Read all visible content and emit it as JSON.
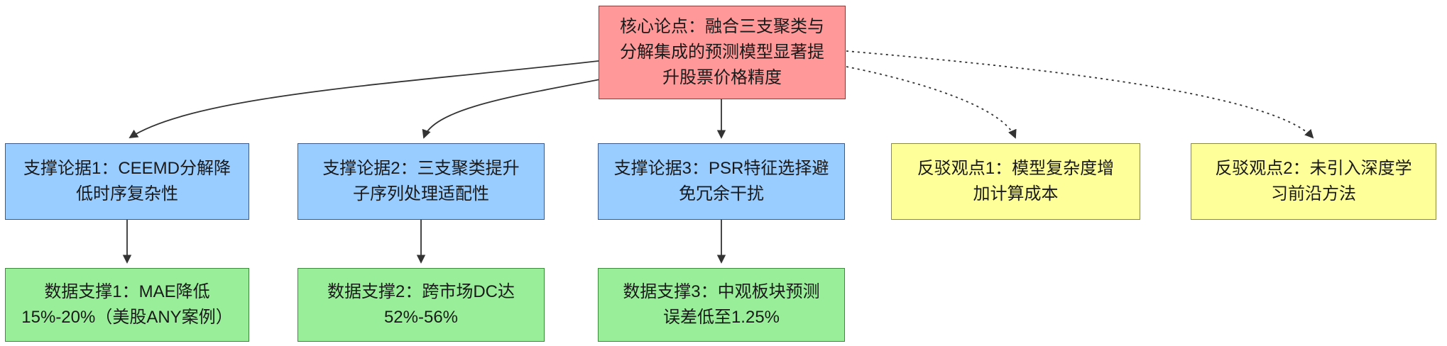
{
  "diagram": {
    "root": {
      "label": "核心论点：融合三支聚类与\n分解集成的预测模型显著提\n升股票价格精度"
    },
    "supports": [
      {
        "label": "支撑论据1：CEEMD分解降\n低时序复杂性"
      },
      {
        "label": "支撑论据2：三支聚类提升\n子序列处理适配性"
      },
      {
        "label": "支撑论据3：PSR特征选择避\n免冗余干扰"
      }
    ],
    "rebuttals": [
      {
        "label": "反驳观点1：模型复杂度增\n加计算成本"
      },
      {
        "label": "反驳观点2：未引入深度学\n习前沿方法"
      }
    ],
    "data_supports": [
      {
        "label": "数据支撑1：MAE降低\n15%-20%（美股ANY案例）"
      },
      {
        "label": "数据支撑2：跨市场DC达\n52%-56%"
      },
      {
        "label": "数据支撑3：中观板块预测\n误差低至1.25%"
      }
    ],
    "edges": [
      {
        "from": "root",
        "to": "support-1",
        "style": "solid"
      },
      {
        "from": "root",
        "to": "support-2",
        "style": "solid"
      },
      {
        "from": "root",
        "to": "support-3",
        "style": "solid"
      },
      {
        "from": "support-1",
        "to": "data-support-1",
        "style": "solid"
      },
      {
        "from": "support-2",
        "to": "data-support-2",
        "style": "solid"
      },
      {
        "from": "support-3",
        "to": "data-support-3",
        "style": "solid"
      },
      {
        "from": "root",
        "to": "rebuttal-1",
        "style": "dotted"
      },
      {
        "from": "root",
        "to": "rebuttal-2",
        "style": "dotted"
      }
    ],
    "colors": {
      "root_fill": "#ff9999",
      "root_stroke": "#8b3a3a",
      "support_fill": "#99ccff",
      "support_stroke": "#3a5a8b",
      "rebuttal_fill": "#ffff99",
      "rebuttal_stroke": "#8b8b3a",
      "data_fill": "#99ee99",
      "data_stroke": "#3a8b3a",
      "edge": "#333333"
    }
  }
}
